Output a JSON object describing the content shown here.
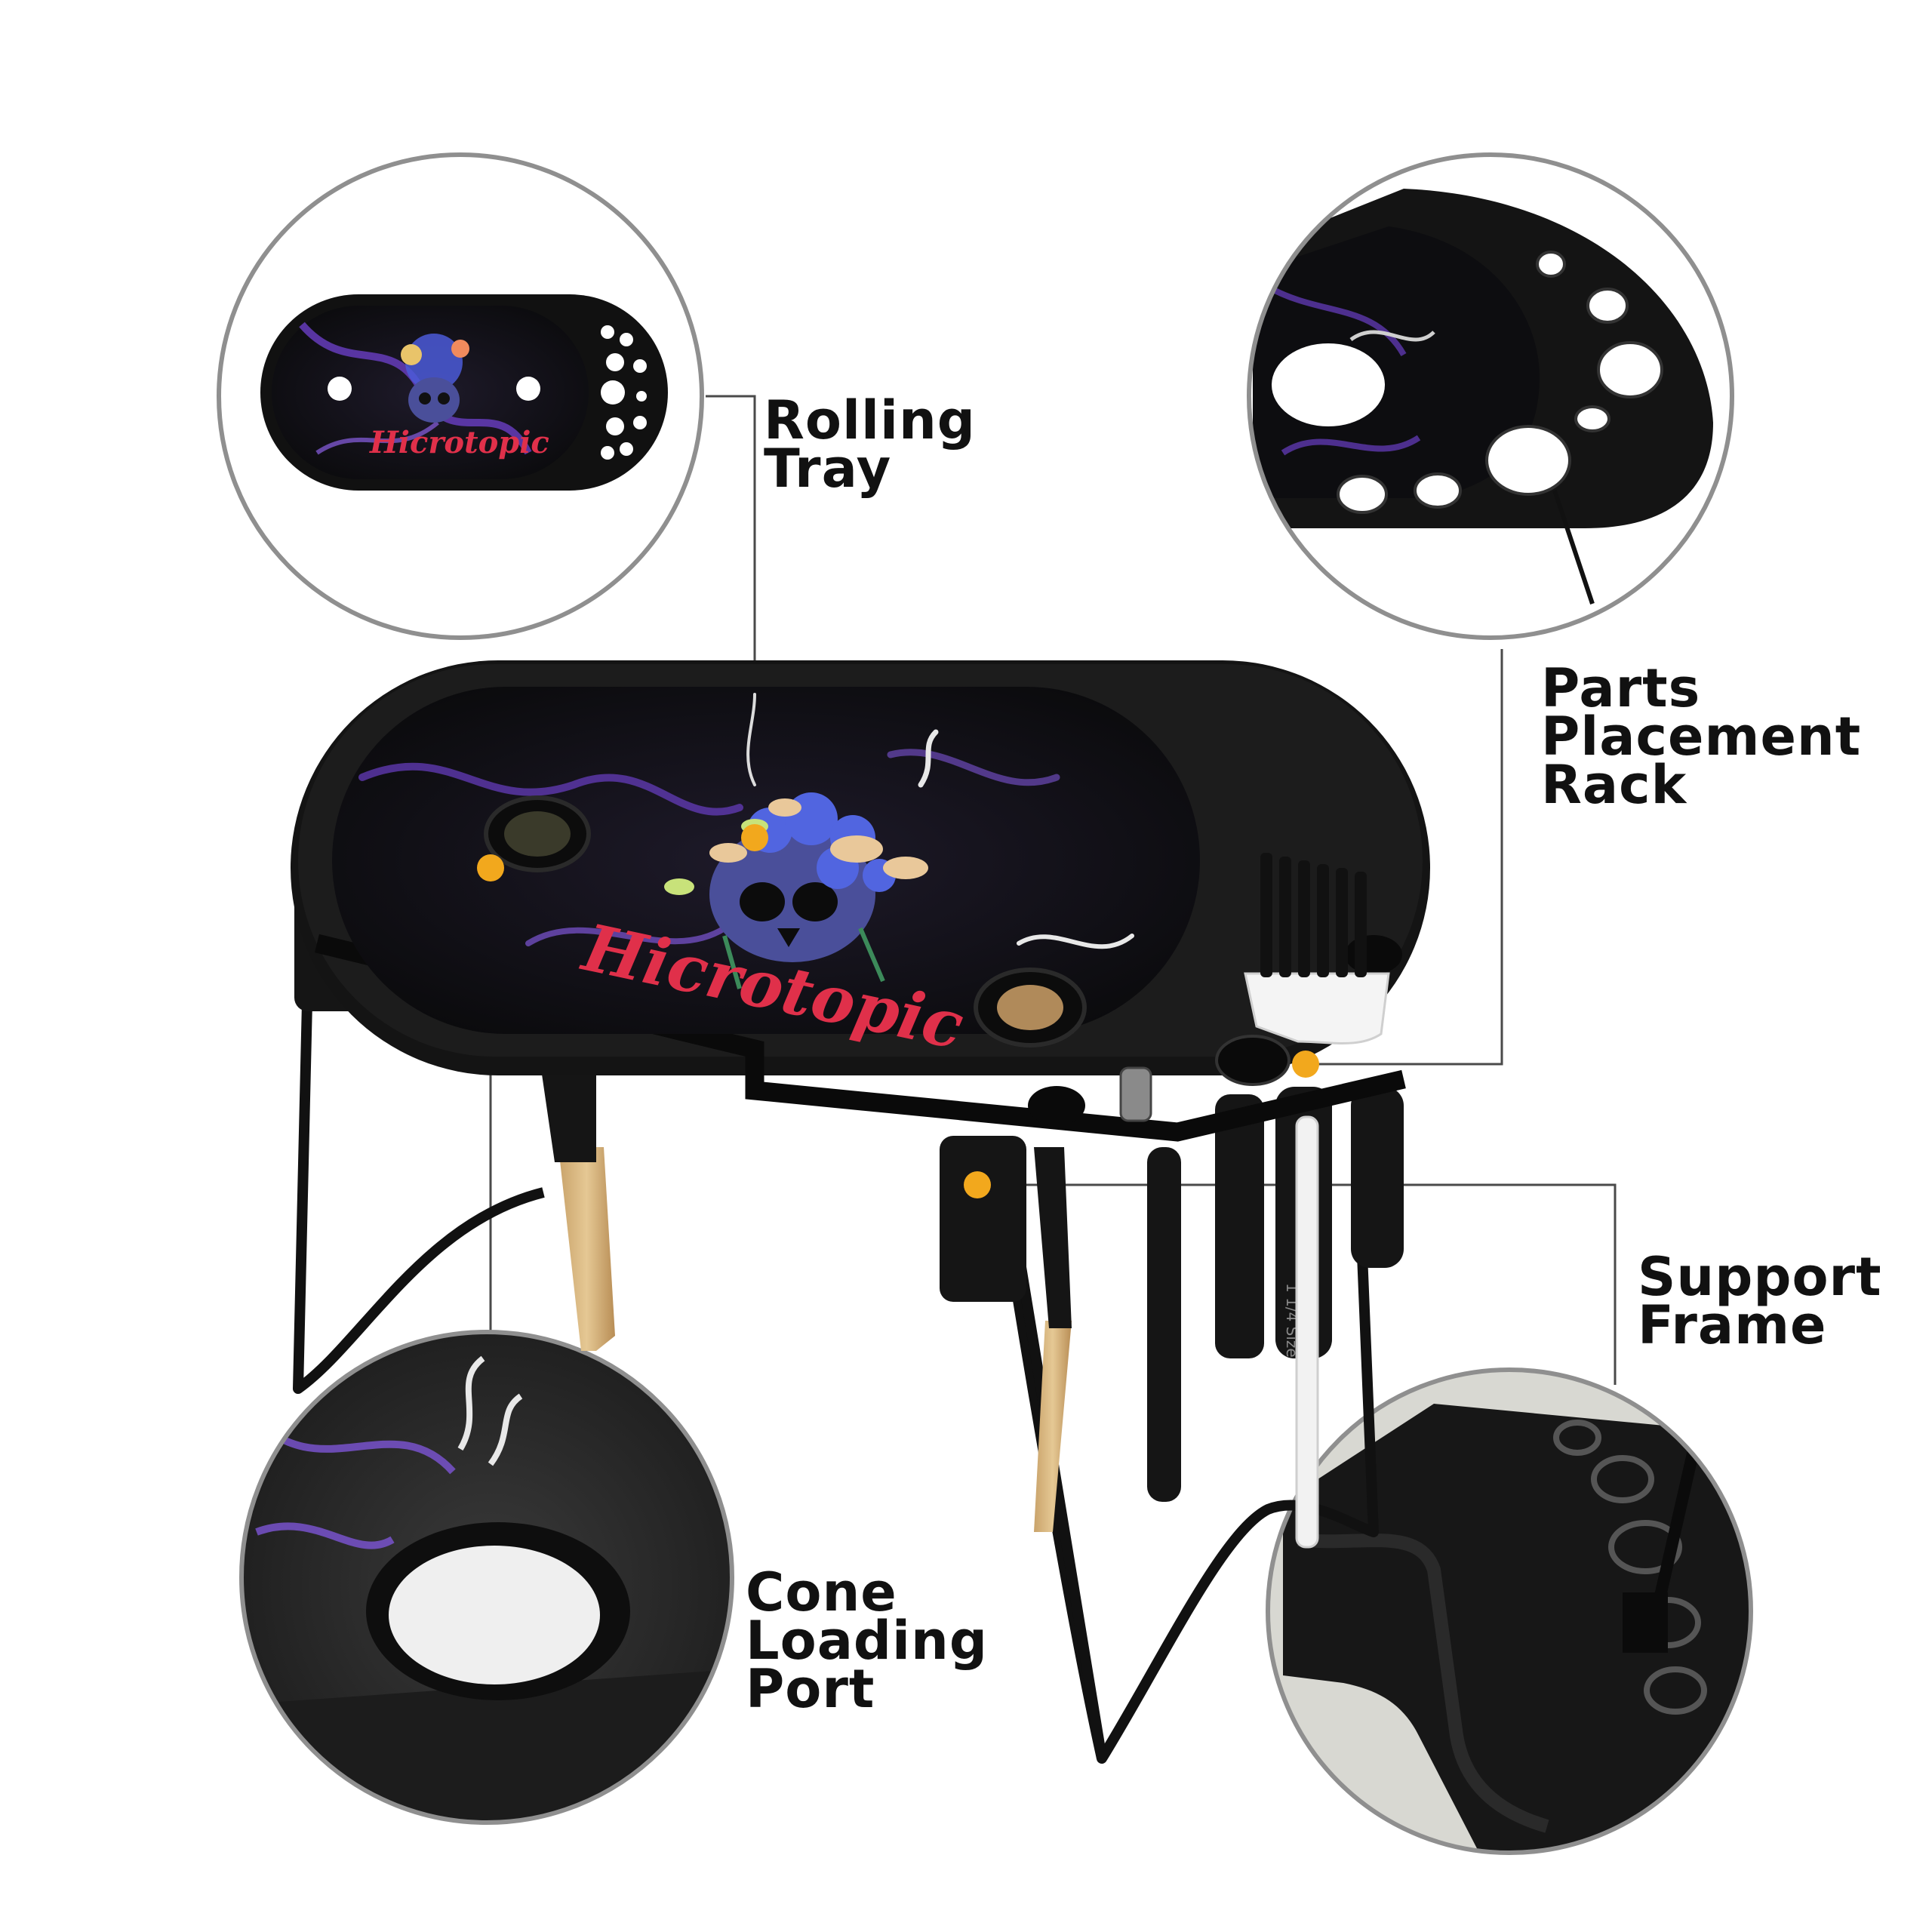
{
  "colors": {
    "background": "#ffffff",
    "circle_border": "#8f8f8f",
    "leader_line": "#4a4a4a",
    "marker_dot": "#f2a81d",
    "tray_black": "#151515",
    "tray_art_purple": "#6a3fc4",
    "logo_red": "#e0304a",
    "wood_cone": "#d9b783"
  },
  "logo": {
    "text": "Hicrotopic"
  },
  "rack_print": {
    "text": "1 1/4 Size"
  },
  "callouts": {
    "rolling_tray": {
      "lines": [
        "Rolling",
        "Tray"
      ]
    },
    "parts_rack": {
      "lines": [
        "Parts",
        "Placement",
        "Rack"
      ]
    },
    "support_frame": {
      "lines": [
        "Support",
        "Frame"
      ]
    },
    "cone_port": {
      "lines": [
        "Cone",
        "Loading",
        "Port"
      ]
    }
  }
}
